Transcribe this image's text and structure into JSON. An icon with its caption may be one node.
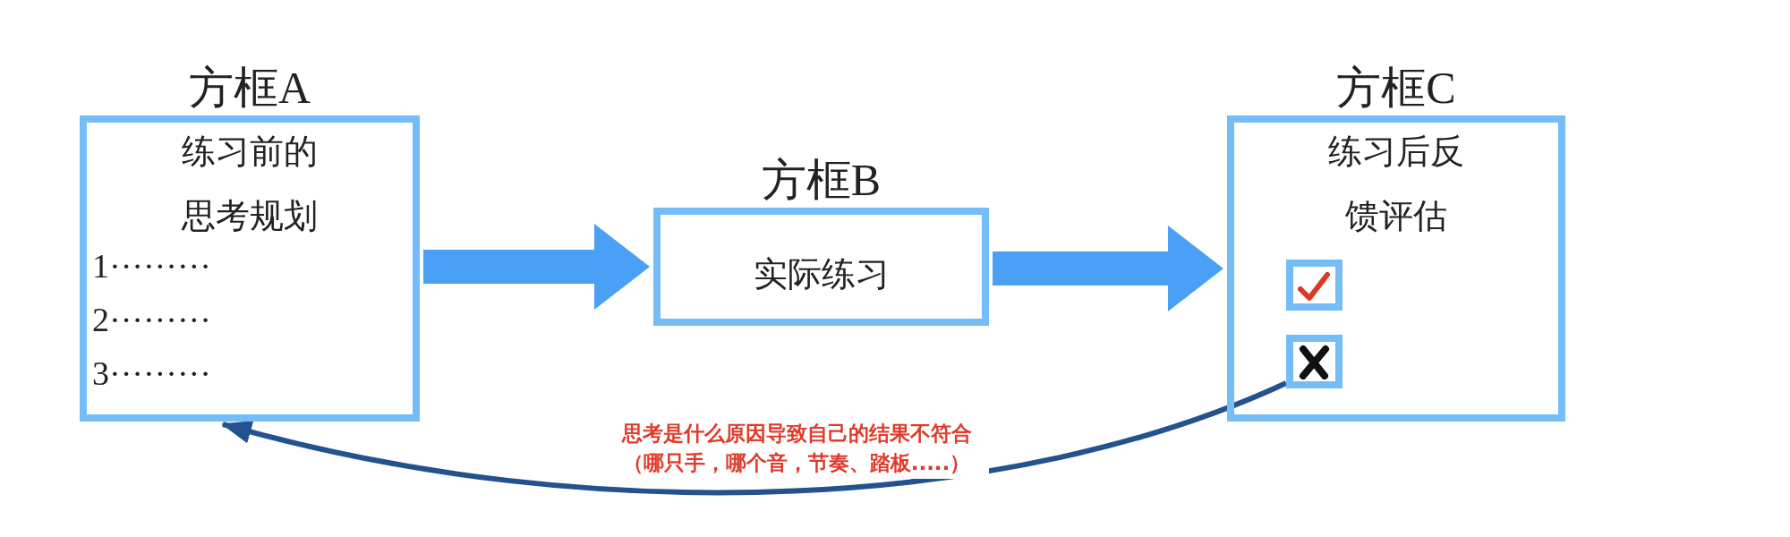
{
  "diagram": {
    "nodes": [
      {
        "text": [
          "方框A",
          "练习前的思考规划",
          "1·········",
          "2·········",
          "3·········"
        ]
      },
      {
        "text": [
          "方框B",
          "实际练习"
        ]
      },
      {
        "text": [
          "方框C",
          "练习后反馈评估"
        ]
      },
      {
        "text": [],
        "shape": "box",
        "in": 2
      },
      {
        "text": [],
        "shape": "box",
        "in": 2
      }
    ],
    "edges": [
      {
        "from": 0,
        "to": 1,
        "arrow": "to"
      },
      {
        "from": 1,
        "to": 2,
        "arrow": "to"
      },
      {
        "from": 4,
        "to": 0,
        "arrow": "to",
        "color": "#24528f",
        "label": "思考是什么原因导致自己的结果不符合（哪只手，哪个音，节奏、踏板.....）"
      }
    ]
  }
}
